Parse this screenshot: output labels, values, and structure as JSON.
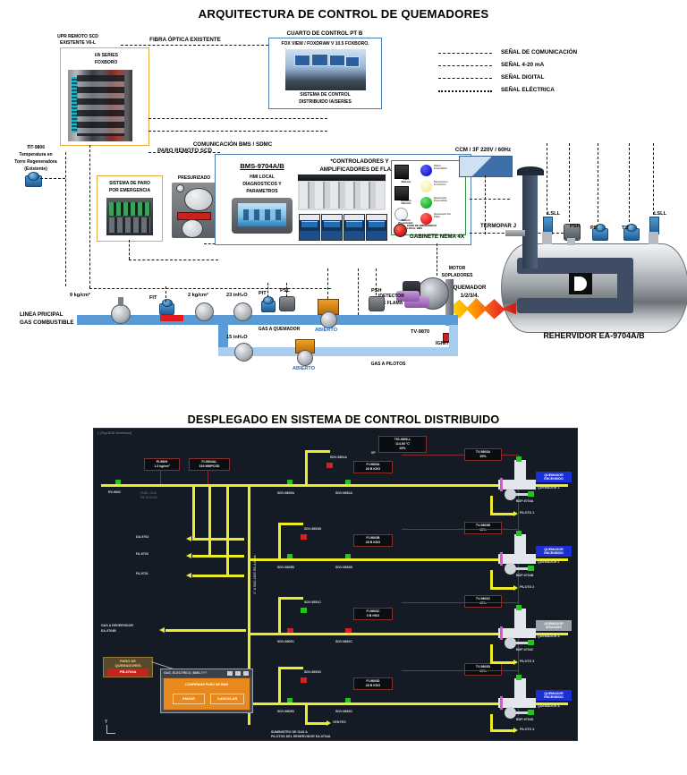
{
  "titles": {
    "architecture": "ARQUITECTURA DE CONTROL DE QUEMADORES",
    "dcs": "DESPLEGADO EN SISTEMA DE CONTROL DISTRIBUIDO"
  },
  "legend": {
    "items": [
      {
        "label": "SEÑAL DE COMUNICACIÓN",
        "style": "dash-dot"
      },
      {
        "label": "SEÑAL 4-20 mA",
        "style": "dash-dot-dot"
      },
      {
        "label": "SEÑAL DIGITAL",
        "style": "dashed"
      },
      {
        "label": "SEÑAL ELÉCTRICA",
        "style": "dotted"
      }
    ]
  },
  "architecture": {
    "upr": {
      "title_line1": "UPR REMOTO SCD",
      "title_line2": "EXISTENTE V6-L",
      "inner_line1": "I/A SERIES",
      "inner_line2": "FOXBORO"
    },
    "fiber_label": "FIBRA ÓPTICA EXISTENTE",
    "control_room": {
      "title": "CUARTO DE CONTROL PT B",
      "subtitle": "FOX VIEW / FOXDRAW V 10.5 FOXBORO.",
      "caption_line1": "SISTEMA DE CONTROL",
      "caption_line2": "DISTRIBUIDO IA/SERIES"
    },
    "tit": {
      "tag": "TIT-9806",
      "line2": "Temperatura en",
      "line3": "Torre Regeneradora",
      "line4": "(Existente)"
    },
    "comm_bms": "COMUNICACIÓN BMS / SDMC",
    "paro_remoto": "PARO REMOTO  SCD",
    "esd": {
      "line1": "SISTEMA DE PARO",
      "line2": "POR EMERGENCIA"
    },
    "presurizado": "PRESURIZADO",
    "bms": {
      "title": "BMS-9704A/B",
      "hmi_line1": "HMI LOCAL",
      "hmi_line2": "DIAGNOSTICOS Y",
      "hmi_line3": "PARAMETROS",
      "controllers_line1": "*CONTROLADORES Y",
      "controllers_line2": "AMPLIFICADORES DE FLAMA",
      "cabinet": "GABINETE NEMA 4X"
    },
    "status_legend": [
      {
        "label_line1": "Paro",
        "label_line2": "Remoto",
        "color": "#1a1a1a",
        "type": "switch"
      },
      {
        "label_line1": "Piloto",
        "label_line2": "Encendido",
        "color": "#1a1fd0",
        "type": "lamp"
      },
      {
        "label_line1": "Reinicio",
        "label_line2": "Remoto",
        "color": "#1a1a1a",
        "type": "switch"
      },
      {
        "label_line1": "Permisivos",
        "label_line2": "Correctos",
        "color": "#f3f0a8",
        "type": "lamp"
      },
      {
        "label_line1": "Quemador",
        "label_line2": "Encendido",
        "color": "#1fae27",
        "type": "lamp"
      },
      {
        "label_line1": "Tablero",
        "label_line2": "Presurizado",
        "color": "#dfe6ee",
        "type": "lamp"
      },
      {
        "label_line1": "Quemador En",
        "label_line2": "Falla",
        "color": "#e01b1b",
        "type": "lamp"
      },
      {
        "label_line1": "PARO DE EMERGENCIA",
        "label_line2": "LOCAL BMS",
        "color": "#e01b1b",
        "type": "mushroom"
      }
    ],
    "ccm": "CCM / 3F 220V / 60Hz",
    "termopar": "TERMOPAR J",
    "vessel_tags": [
      "LSLL",
      "PSH",
      "PIT",
      "TIT",
      "LSLL"
    ],
    "vessel_name": "REHERVIDOR EA-9704A/B",
    "burner_label_line1": "QUEMADOR",
    "burner_label_line2": "1/2/3/4.",
    "motor_line1": "MOTOR",
    "motor_line2": "SOPLADORES",
    "detector_line1": "IDETECTOR",
    "detector_line2": "IDE FLAMA",
    "ignitor": "IGNITOR",
    "tv_tag": "TV-9870",
    "pipeline": {
      "main_line1": "LINEA PRICIPAL",
      "main_line2": "GAS COMBUSTIBLE",
      "p1": "9 kg/cm²",
      "p2": "2 kg/cm²",
      "p3": "23 inH₂O",
      "p4": "15 inH₂O",
      "fit": "FIT",
      "pit": "PIT",
      "psl": "PSL",
      "psh": "PSH",
      "gas_quemador": "GAS A QUEMADOR",
      "gas_pilotos": "GAS A PILOTOS",
      "abierto1": "ABIERTO",
      "abierto2": "ABIERTO"
    }
  },
  "dcs_screen": {
    "header": "[~]Top.SCD Wirefrane]",
    "readouts": [
      {
        "tag": "PI-9809",
        "value": "1.3 kg/cm²"
      },
      {
        "tag": "FI-9804AL",
        "value": "154 MMPCSD"
      },
      {
        "tag": "TIG-9806-L",
        "value": "114.50 °C",
        "sp_label": "SP",
        "sp_value": "25%"
      },
      {
        "tag": "FI-9803A",
        "value": "28 B  KSO"
      },
      {
        "tag": "TV-9803A",
        "value": "25%"
      },
      {
        "tag": "FI-9803B",
        "value": "28 B  KSO"
      },
      {
        "tag": "TV-9803B",
        "value": "25%"
      },
      {
        "tag": "FI-9803C",
        "value": "0 B  HSO"
      },
      {
        "tag": "TV-9803C",
        "value": "25%"
      },
      {
        "tag": "FI-9803D",
        "value": "28 B  KSO"
      },
      {
        "tag": "TV-9803D",
        "value": "25%"
      }
    ],
    "valve_tags_left": [
      "SDV-9805A",
      "SDV-9805B",
      "SDV-9805C",
      "SDV-9805D"
    ],
    "valve_tags_right": [
      "SDV-9852A",
      "SDV-9852B",
      "SDV-9852C",
      "SDV-9852D"
    ],
    "valve_tags_mid": [
      "SDV-9851A",
      "SDV-9851B",
      "SDV-9851C",
      "SDV-9851D"
    ],
    "inlet_valve": "RV-9802",
    "fuel_label_line1": "FUEL GAS",
    "fuel_label_line2": "FA-9101/02",
    "branch_labels": [
      "DA-9702",
      "FA-9703",
      "FA-9701"
    ],
    "reboiler_feed_line1": "GAS A REHERVIDOR",
    "reboiler_feed_line2": "EA-9704B",
    "pilot_supply_line1": "SUMINISTRO DE GAS A",
    "pilot_supply_line2": "PILOTOS DEL REHERVIDOR EA-9704A",
    "vent_label": "VENTEO",
    "vertical_label": "1\" A SDC-1900 SB-4-883A",
    "burners": [
      {
        "badge_line1": "QUEMADOR",
        "badge_line2": "ENCENDIDO",
        "state": "on",
        "name": "QUEMADOR 1.",
        "bdv": "BDP-9704A",
        "pilot": "PILOTO 1"
      },
      {
        "badge_line1": "QUEMADOR",
        "badge_line2": "ENCENDIDO",
        "state": "on",
        "name": "QUEMADOR 2",
        "bdv": "BDP-9704B",
        "pilot": "PILOTO 2"
      },
      {
        "badge_line1": "QUEMADOR",
        "badge_line2": "APAGADO",
        "state": "off",
        "name": "QUEMADOR 3.",
        "bdv": "BDP-9704C",
        "pilot": "PILOTO 3"
      },
      {
        "badge_line1": "QUEMADOR",
        "badge_line2": "ENCENDIDO",
        "state": "on",
        "name": "QUEMADOR 4.",
        "bdv": "BDP-9704D",
        "pilot": "PILOTO 4"
      }
    ],
    "paro_panel": {
      "line1": "PARO DE",
      "line2": "QUEMADORES",
      "tag": "PB-9704A"
    },
    "dialog": {
      "title": "GAS_ELECTRICO_BMS.???",
      "message": "CONFIRMAR PARO DE  BMS",
      "btn_ok": "PARAR",
      "btn_cancel": "CANCELAR"
    },
    "axis_label": "Y",
    "colors": {
      "pipe": "#ecec2a",
      "on_badge": "#1a2fd4",
      "off_badge": "#9aa0a8",
      "open_valve": "#21c421",
      "closed_valve": "#d42020"
    }
  }
}
